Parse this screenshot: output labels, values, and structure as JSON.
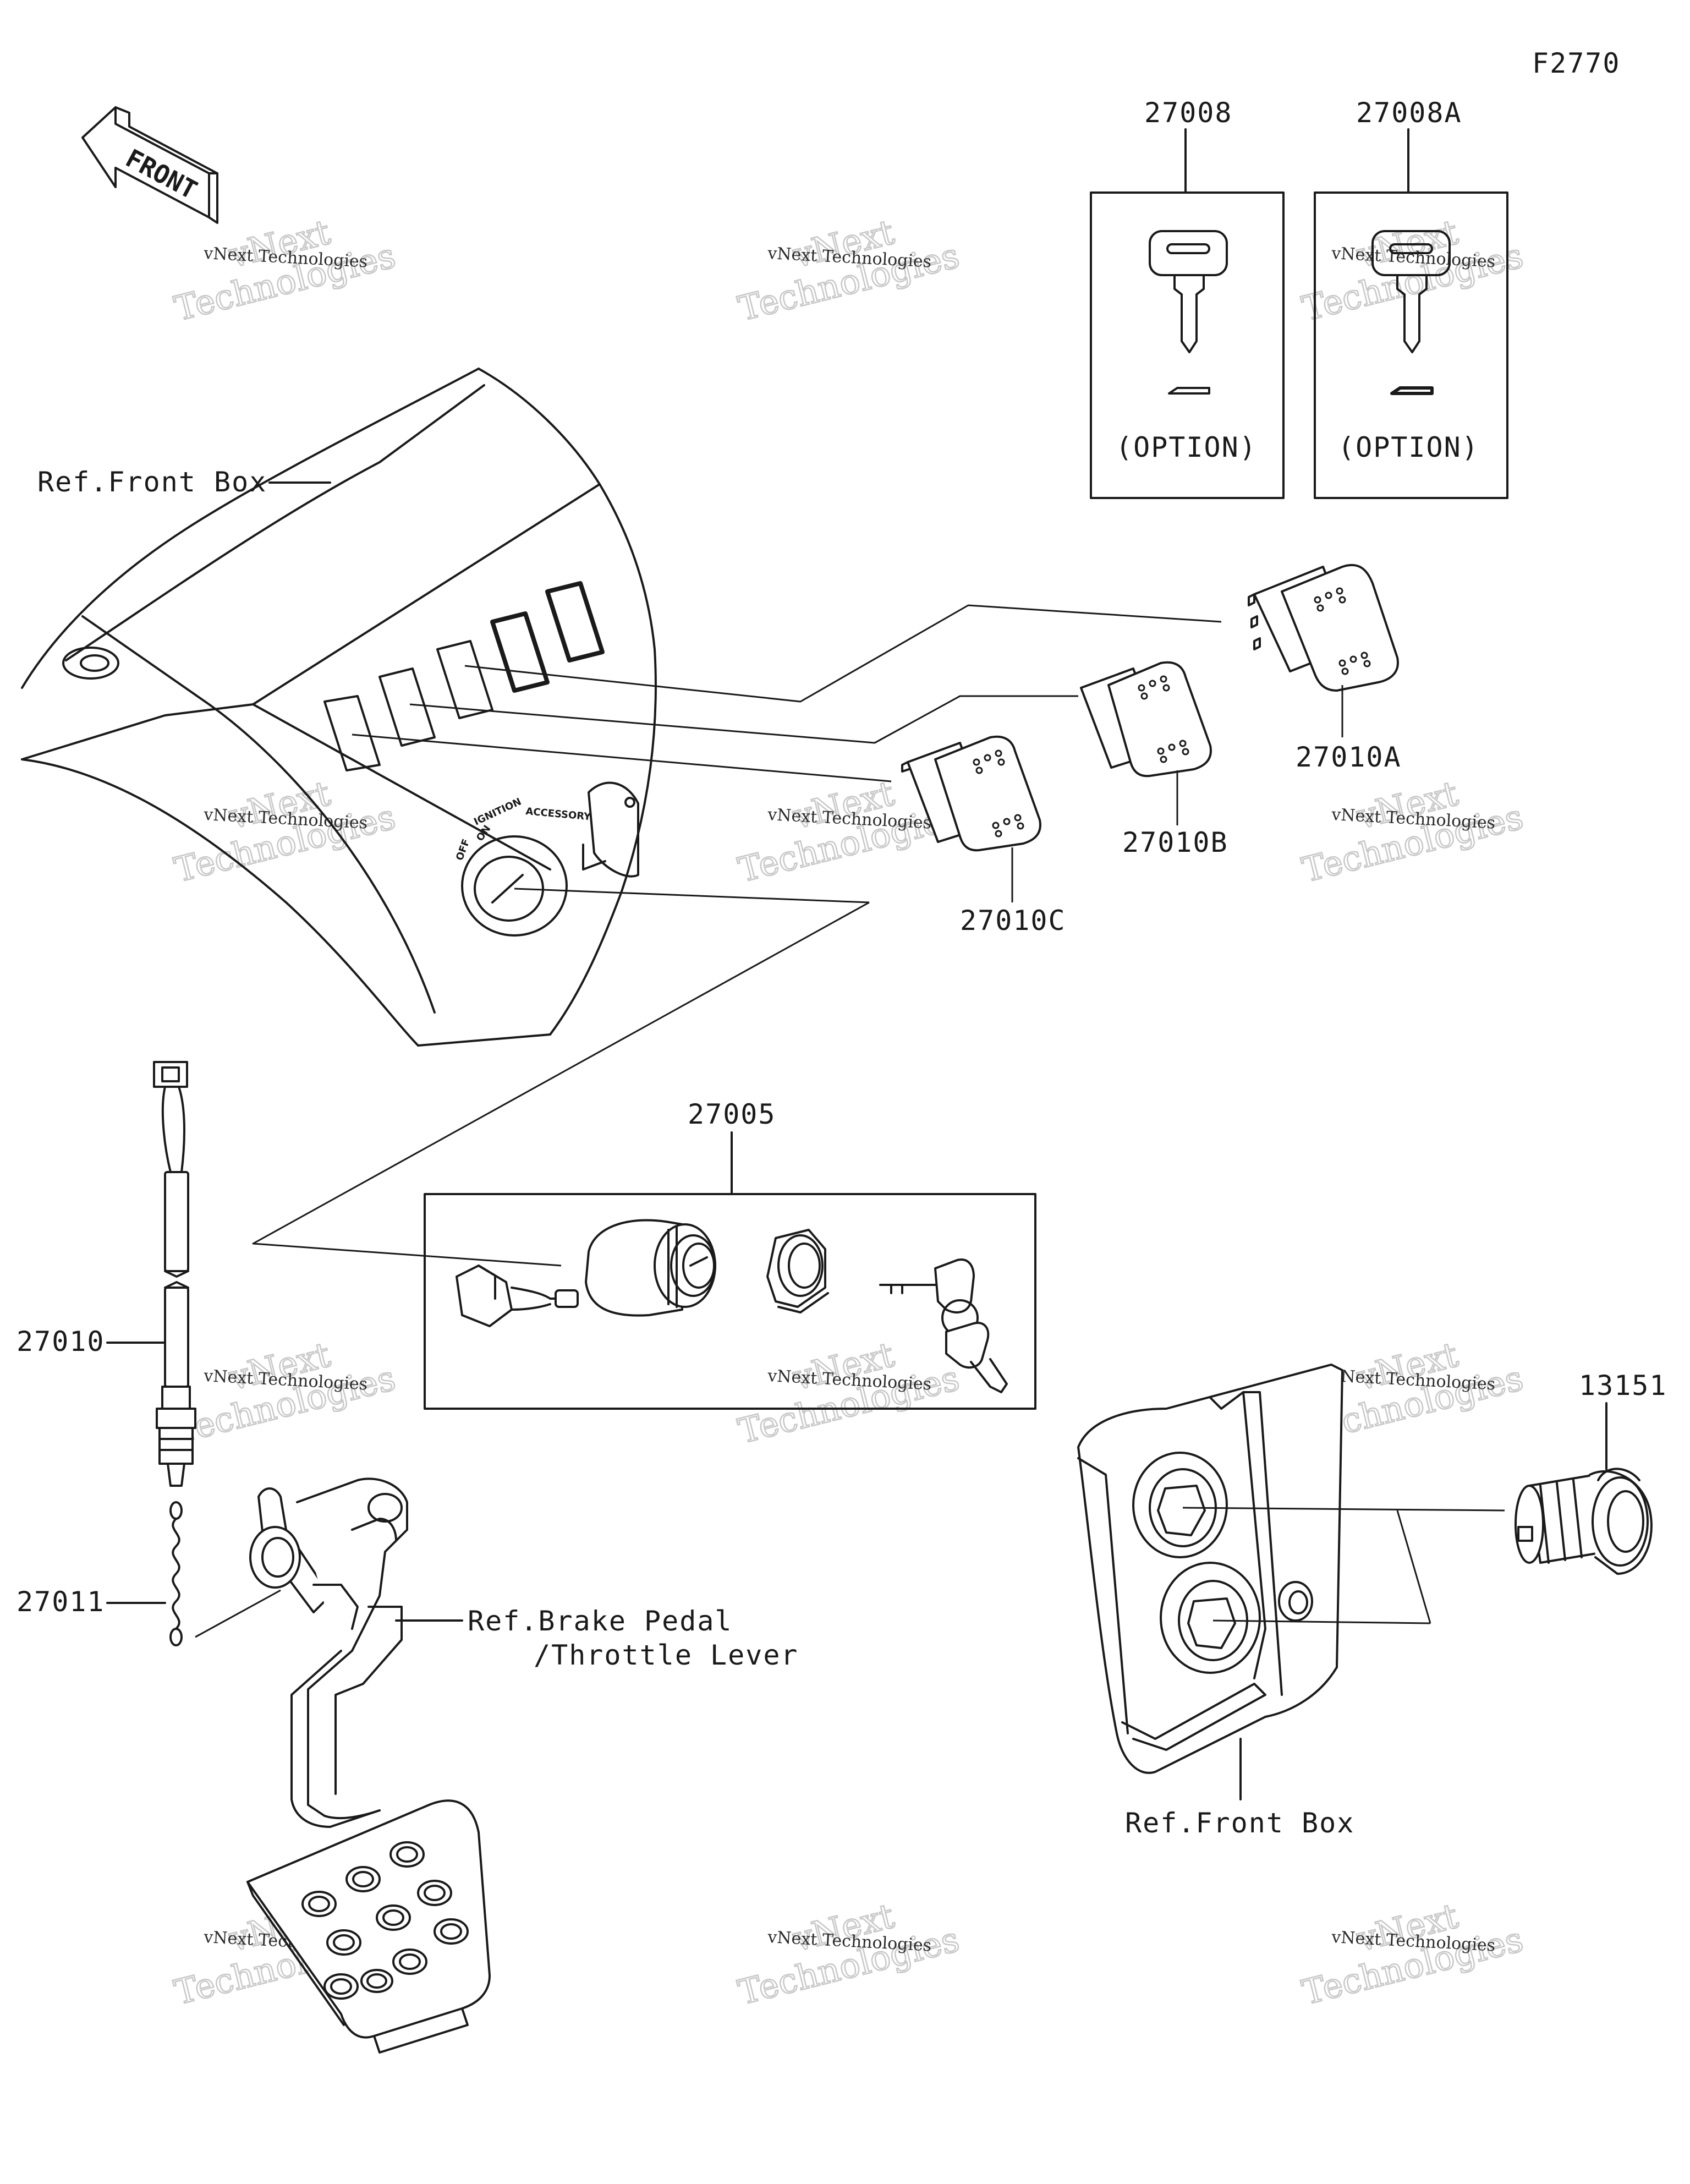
{
  "figure_code": "F2770",
  "front_arrow_text": "FRONT",
  "watermark": {
    "line1": "vNext Technologies",
    "line2": "vNext",
    "line3": "Technologies"
  },
  "parts": {
    "p27008": "27008",
    "p27008A": "27008A",
    "option": "(OPTION)",
    "p27010A": "27010A",
    "p27010B": "27010B",
    "p27010C": "27010C",
    "p27005": "27005",
    "p27010": "27010",
    "p27011": "27011",
    "p13151": "13151"
  },
  "refs": {
    "front_box_top": "Ref.Front Box",
    "brake_pedal_1": "Ref.Brake Pedal",
    "brake_pedal_2": "/Throttle Lever",
    "front_box_bottom": "Ref.Front Box"
  },
  "ignition_text": {
    "a": "OFF",
    "b": "ON",
    "c": "IGNITION",
    "d": "ACCESSORY"
  }
}
